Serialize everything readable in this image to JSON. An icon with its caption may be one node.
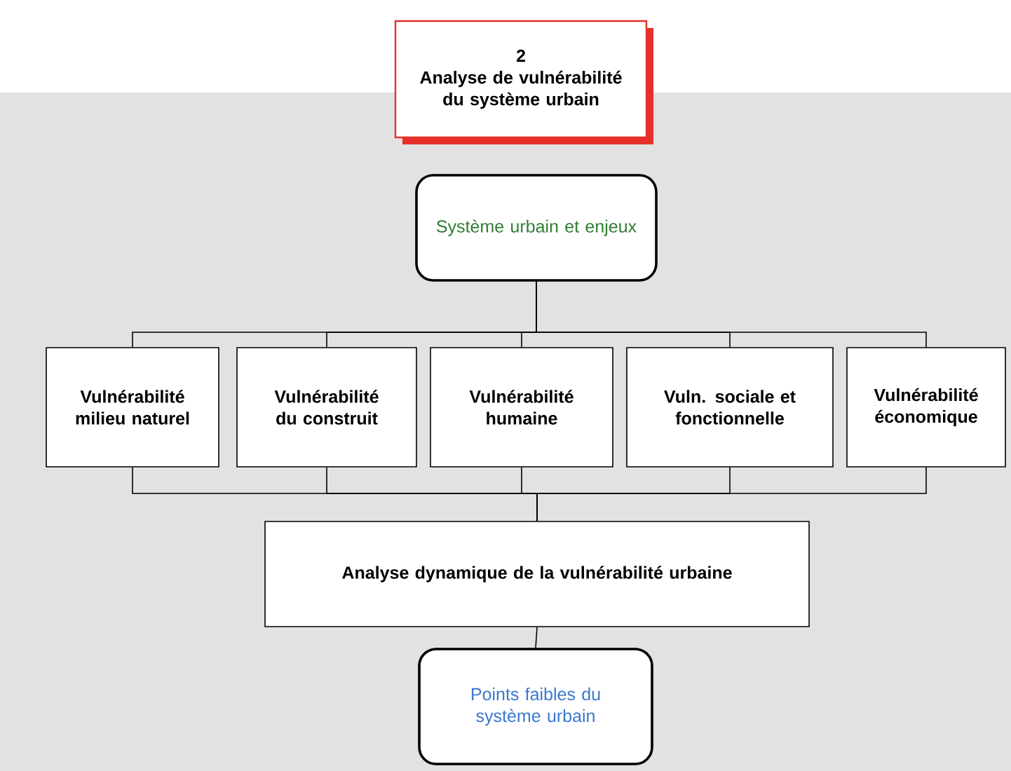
{
  "diagram": {
    "nodes": [
      {
        "text": [
          "2",
          "Analyse de vulnérabilité du système urbain"
        ]
      },
      {
        "text": [
          "Système urbain et enjeux"
        ]
      },
      {
        "text": [
          "Vulnérabilité milieu naturel"
        ]
      },
      {
        "text": [
          "Vulnérabilité du construit"
        ]
      },
      {
        "text": [
          "Vulnérabilité humaine"
        ]
      },
      {
        "text": [
          "Vuln. sociale et fonctionnelle"
        ]
      },
      {
        "text": [
          "Vulnérabilité économique"
        ]
      },
      {
        "text": [
          "Analyse dynamique de la vulnérabilité urbaine"
        ]
      },
      {
        "text": [
          "Points faibles du système urbain"
        ]
      }
    ],
    "edges": [
      {
        "from": 1,
        "to": 2,
        "arrow": "none"
      },
      {
        "from": 1,
        "to": 3,
        "arrow": "none"
      },
      {
        "from": 1,
        "to": 4,
        "arrow": "none"
      },
      {
        "from": 1,
        "to": 5,
        "arrow": "none"
      },
      {
        "from": 1,
        "to": 6,
        "arrow": "none"
      },
      {
        "from": 2,
        "to": 7,
        "arrow": "none"
      },
      {
        "from": 3,
        "to": 7,
        "arrow": "none"
      },
      {
        "from": 4,
        "to": 7,
        "arrow": "none"
      },
      {
        "from": 5,
        "to": 7,
        "arrow": "none"
      },
      {
        "from": 6,
        "to": 7,
        "arrow": "none"
      },
      {
        "from": 7,
        "to": 8,
        "arrow": "none"
      }
    ]
  }
}
